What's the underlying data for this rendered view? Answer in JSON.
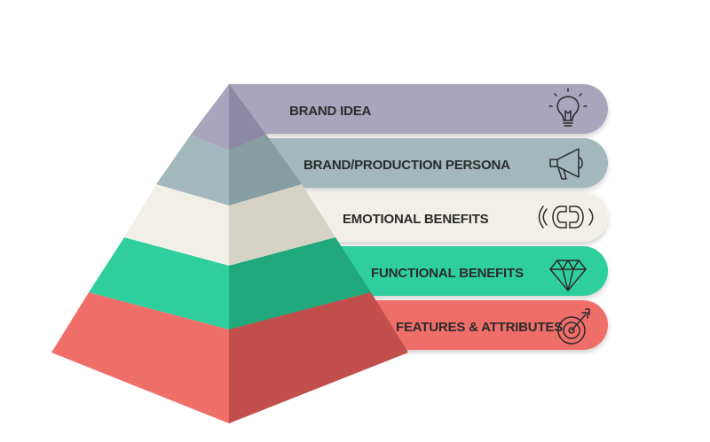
{
  "diagram": {
    "type": "pyramid",
    "levels": [
      {
        "label": "BRAND IDEA",
        "icon": "lightbulb-icon",
        "band_color": "#a8a5bc",
        "left_face": "#a8a5bc",
        "right_face": "#8d89a4"
      },
      {
        "label": "BRAND/PRODUCTION PERSONA",
        "icon": "megaphone-icon",
        "band_color": "#a3b8bc",
        "left_face": "#a3b8bc",
        "right_face": "#869da1"
      },
      {
        "label": "EMOTIONAL BENEFITS",
        "icon": "magnet-icon",
        "band_color": "#f1efe7",
        "left_face": "#f1efe7",
        "right_face": "#d5d2c6"
      },
      {
        "label": "FUNCTIONAL BENEFITS",
        "icon": "diamond-icon",
        "band_color": "#2ecf9c",
        "left_face": "#2ecf9c",
        "right_face": "#1fa87c"
      },
      {
        "label": "FEATURES & ATTRIBUTES",
        "icon": "target-icon",
        "band_color": "#ef6e6a",
        "left_face": "#ef6e6a",
        "right_face": "#c24f4b"
      }
    ]
  }
}
